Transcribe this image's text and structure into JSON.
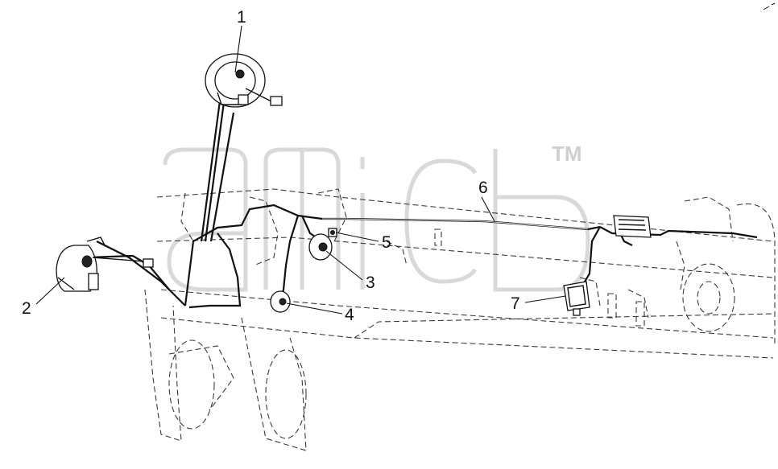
{
  "watermark": {
    "trademark": "TM"
  },
  "callouts": [
    {
      "id": "1",
      "label": "1"
    },
    {
      "id": "2",
      "label": "2"
    },
    {
      "id": "3",
      "label": "3"
    },
    {
      "id": "4",
      "label": "4"
    },
    {
      "id": "5",
      "label": "5"
    },
    {
      "id": "6",
      "label": "6"
    },
    {
      "id": "7",
      "label": "7"
    }
  ],
  "colors": {
    "line": "#111111",
    "frame": "#3a3a3a",
    "watermark": "#d9d9d9"
  }
}
